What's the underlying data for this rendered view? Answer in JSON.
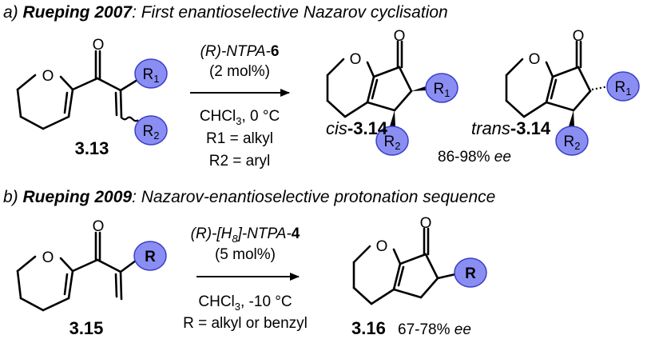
{
  "section_a": {
    "letter": "a) ",
    "author_year": "Rueping 2007",
    "title_rest": ": First enantioselective Nazarov cyclisation",
    "catalyst_prefix": "(R)-NTPA-",
    "catalyst_num": "6",
    "loading": "(2 mol%)",
    "solvent_a": "CHCl",
    "solvent_sub": "3",
    "solvent_b": ", 0 °C",
    "r1_def": "R1 = alkyl",
    "r2_def": "R2 = aryl",
    "sm_label": "3.13",
    "cis_prefix": "cis",
    "cis_label": "-3.14",
    "trans_prefix": "trans",
    "trans_label": "-3.14",
    "ee_value": "86-98% ",
    "ee_text": "ee",
    "atom_O": "O",
    "r1": "R",
    "r1_sub": "1",
    "r2": "R",
    "r2_sub": "2"
  },
  "section_b": {
    "letter": "b) ",
    "author_year": "Rueping 2009",
    "title_rest": ": Nazarov-enantioselective protonation sequence",
    "catalyst_prefix": "(R)-[H",
    "catalyst_sub": "8",
    "catalyst_mid": "]-NTPA-",
    "catalyst_num": "4",
    "loading": "(5 mol%)",
    "solvent_a": "CHCl",
    "solvent_sub": "3",
    "solvent_b": ", -10 °C",
    "r_def": "R = alkyl or benzyl",
    "sm_label": "3.15",
    "product_label": "3.16",
    "ee_value": "67-78% ",
    "ee_text": "ee",
    "atom_O": "O",
    "r": "R"
  }
}
